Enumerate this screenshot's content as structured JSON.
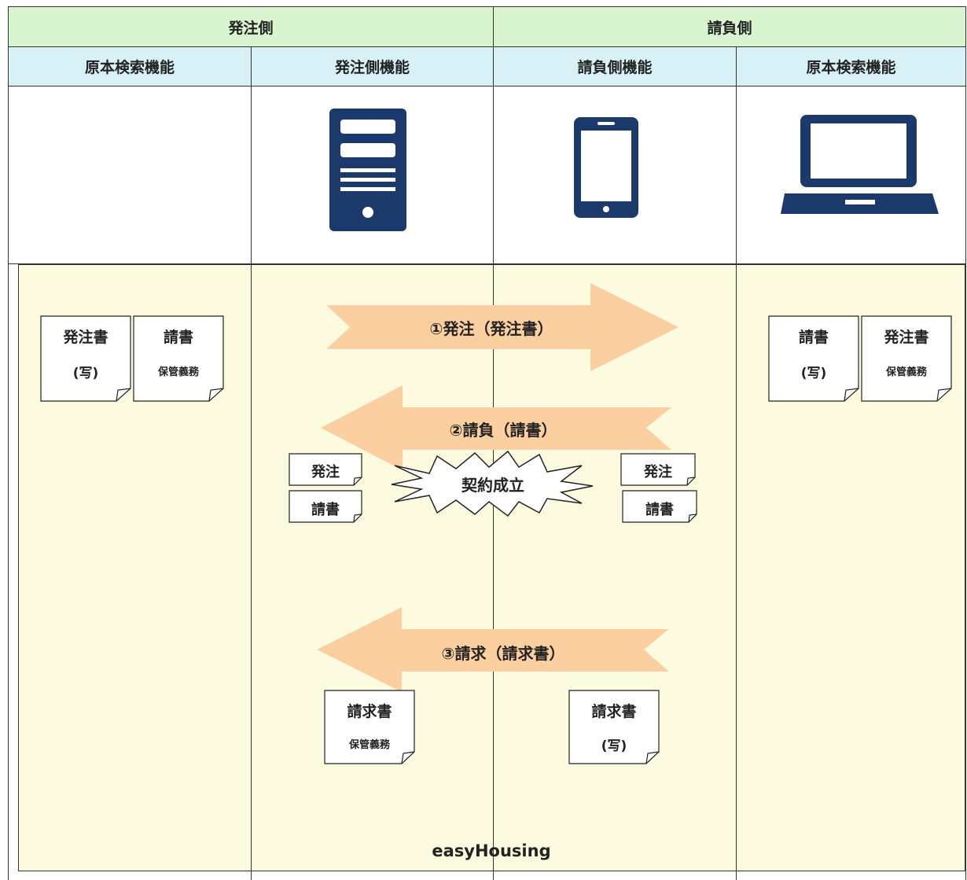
{
  "header": {
    "left_group": "発注側",
    "right_group": "請負側",
    "columns": [
      "原本検索機能",
      "発注側機能",
      "請負側機能",
      "原本検索機能"
    ]
  },
  "devices": [
    "server-icon",
    "smartphone-icon",
    "laptop-icon"
  ],
  "arrows": [
    {
      "label": "①発注（発注書）",
      "direction": "right"
    },
    {
      "label": "②請負（請書）",
      "direction": "left"
    },
    {
      "label": "③請求（請求書）",
      "direction": "left"
    }
  ],
  "burst_label": "契約成立",
  "left_docs": [
    {
      "title": "発注書",
      "sub": "(写)"
    },
    {
      "title": "請書",
      "sub": "保管義務"
    }
  ],
  "right_docs": [
    {
      "title": "請書",
      "sub": "(写)"
    },
    {
      "title": "発注書",
      "sub": "保管義務"
    }
  ],
  "center_left_docs": [
    "発注",
    "請書"
  ],
  "center_right_docs": [
    "発注",
    "請書"
  ],
  "invoice_left": {
    "title": "請求書",
    "sub": "保管義務"
  },
  "invoice_right": {
    "title": "請求書",
    "sub": "(写)"
  },
  "system_label": "easyHousing",
  "colors": {
    "header_green": "#d9f5cf",
    "header_blue": "#d8f1f7",
    "area_bg": "#fdfbdf",
    "arrow": "#fbcf9f",
    "device_navy": "#1b3a6b"
  }
}
